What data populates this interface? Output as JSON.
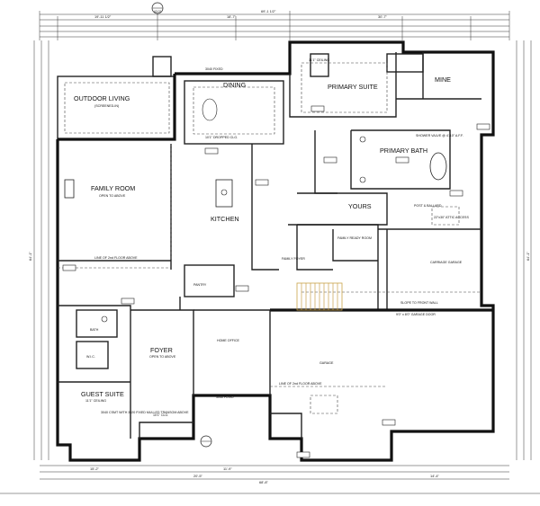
{
  "rooms": {
    "outdoor_living": {
      "name": "OUTDOOR LIVING",
      "note": "(SCREENED-IN)"
    },
    "dining": {
      "name": "DINING"
    },
    "primary_suite": {
      "name": "PRIMARY SUITE",
      "note": "11'1\" CEILING"
    },
    "mine": {
      "name": "MINE"
    },
    "family_room": {
      "name": "FAMILY ROOM",
      "note": "OPEN TO ABOVE"
    },
    "kitchen": {
      "name": "KITCHEN"
    },
    "primary_bath": {
      "name": "PRIMARY BATH"
    },
    "yours": {
      "name": "YOURS"
    },
    "family_ready_room": {
      "name": "FAMILY READY ROOM"
    },
    "family_foyer": {
      "name": "FAMILY FOYER"
    },
    "pantry": {
      "name": "PANTRY"
    },
    "carriage_garage": {
      "name": "CARRIAGE GARAGE"
    },
    "foyer": {
      "name": "FOYER",
      "note": "OPEN TO ABOVE"
    },
    "home_office": {
      "name": "HOME OFFICE"
    },
    "garage": {
      "name": "GARAGE"
    },
    "guest_suite": {
      "name": "GUEST SUITE",
      "note": "11'1\" CEILING"
    },
    "bath": {
      "name": "BATH"
    },
    "wic": {
      "name": "W.I.C."
    }
  },
  "notes": {
    "dropped_clg": "10'1\" DROPPED CLG.",
    "clg_10": "10'1\" CLG.",
    "line_floor_above": "LINE OF 2nd FLOOR ABOVE",
    "shower_valve": "SHOWER VALVE @ 4'-10\" A.F.F.",
    "post_ballard": "POST & BALLARD",
    "attic_access": "22\"x30\" ATTIC ACCESS",
    "slope_to_front": "SLOPE TO FRONT WALL",
    "garage_door": "9'0\" x 8'0\" GARAGE DOOR",
    "guest_window": "3040 CSMT WITH 3020 FIXED MULLED TRANSOM ABOVE",
    "fixed_window": "3040 FIXED",
    "overall_width": "69'-1 1/2\"",
    "overall_bottom": "68'-8\"",
    "overall_left": "64'-1\"",
    "overall_right": "64'-1\"",
    "dim_top": [
      "19'-11 1/2\"",
      "18'-7\"",
      "30'-7\""
    ],
    "dim_bottom": [
      "15'-2\"",
      "20'-5\"",
      "11'-9\"",
      "14'-4\""
    ],
    "section_tag": "A3.01"
  }
}
